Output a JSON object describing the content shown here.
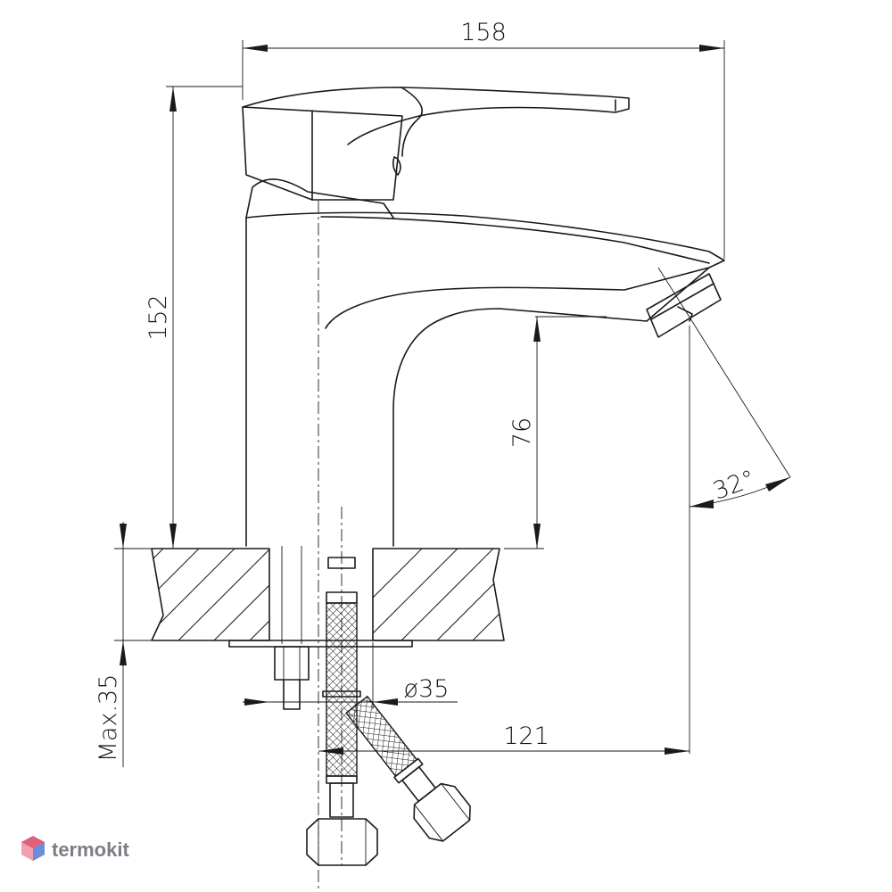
{
  "dimensions": {
    "overall_width": "158",
    "overall_height": "152",
    "spout_height": "76",
    "spout_reach": "121",
    "spray_angle": "32°",
    "hole_diameter": "ø35",
    "max_counter_thickness": "Max.35"
  },
  "brand": {
    "logo_text": "termokit",
    "logo_colors": [
      "#e0607a",
      "#6a8fd8",
      "#b0b4ba"
    ]
  }
}
